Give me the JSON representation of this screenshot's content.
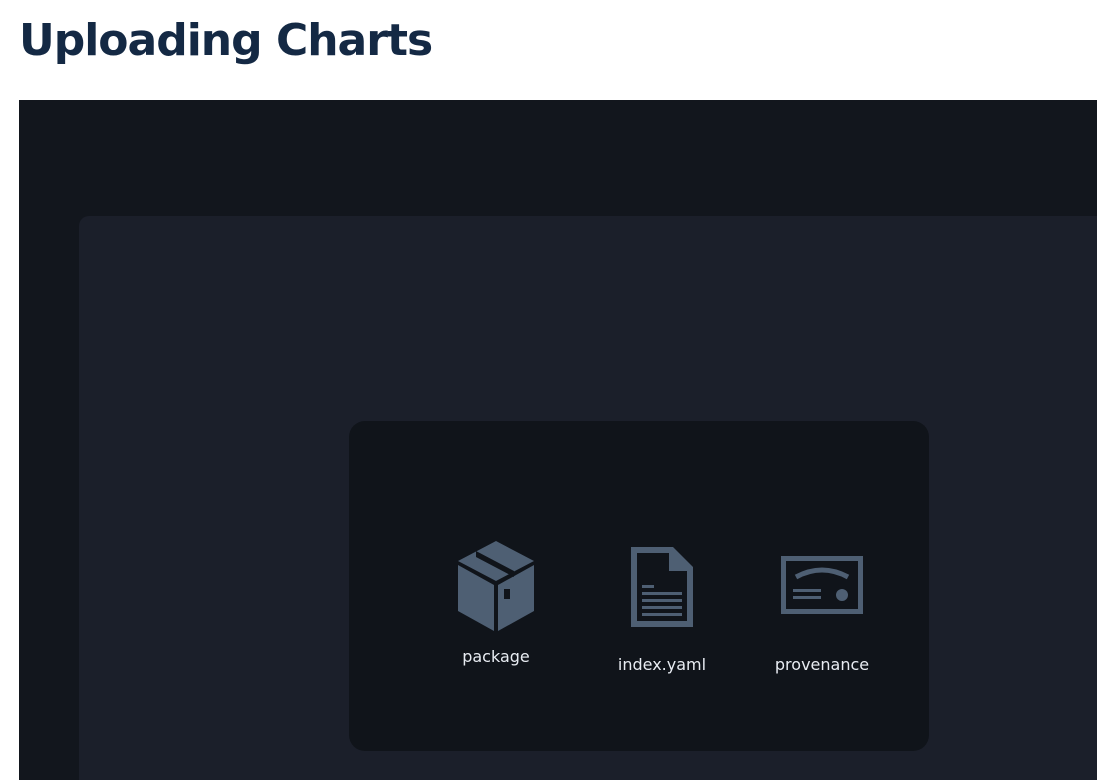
{
  "page": {
    "title": "Uploading Charts"
  },
  "artifacts": [
    {
      "label": "package",
      "icon": "package-box-icon"
    },
    {
      "label": "index.yaml",
      "icon": "document-icon"
    },
    {
      "label": "provenance",
      "icon": "certificate-icon"
    }
  ],
  "colors": {
    "title": "#142944",
    "figure_bg": "#12161d",
    "panel_bg": "#1b1f2a",
    "card_bg": "#10141a",
    "icon": "#4e5f73",
    "label": "#e8ecf2"
  }
}
